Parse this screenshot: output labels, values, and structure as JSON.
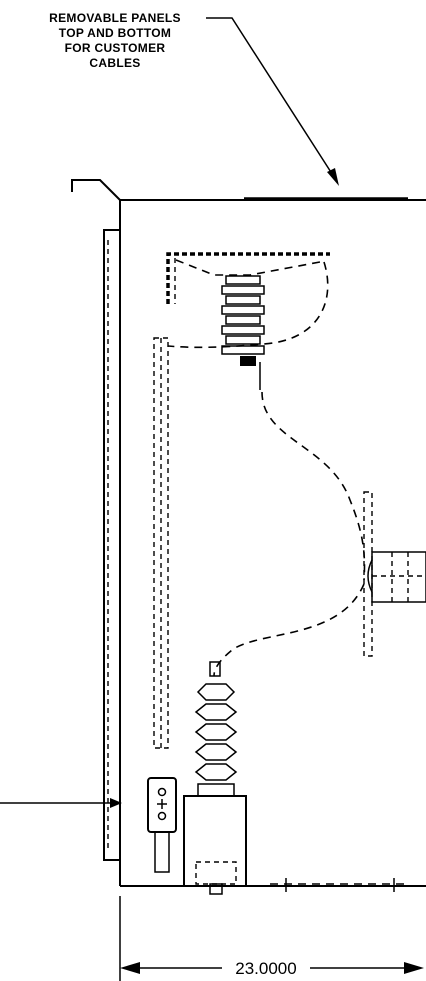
{
  "note": {
    "lines": [
      "REMOVABLE PANELS",
      "TOP AND BOTTOM",
      "FOR CUSTOMER",
      "CABLES"
    ]
  },
  "dimension": {
    "width_label": "23.0000"
  }
}
